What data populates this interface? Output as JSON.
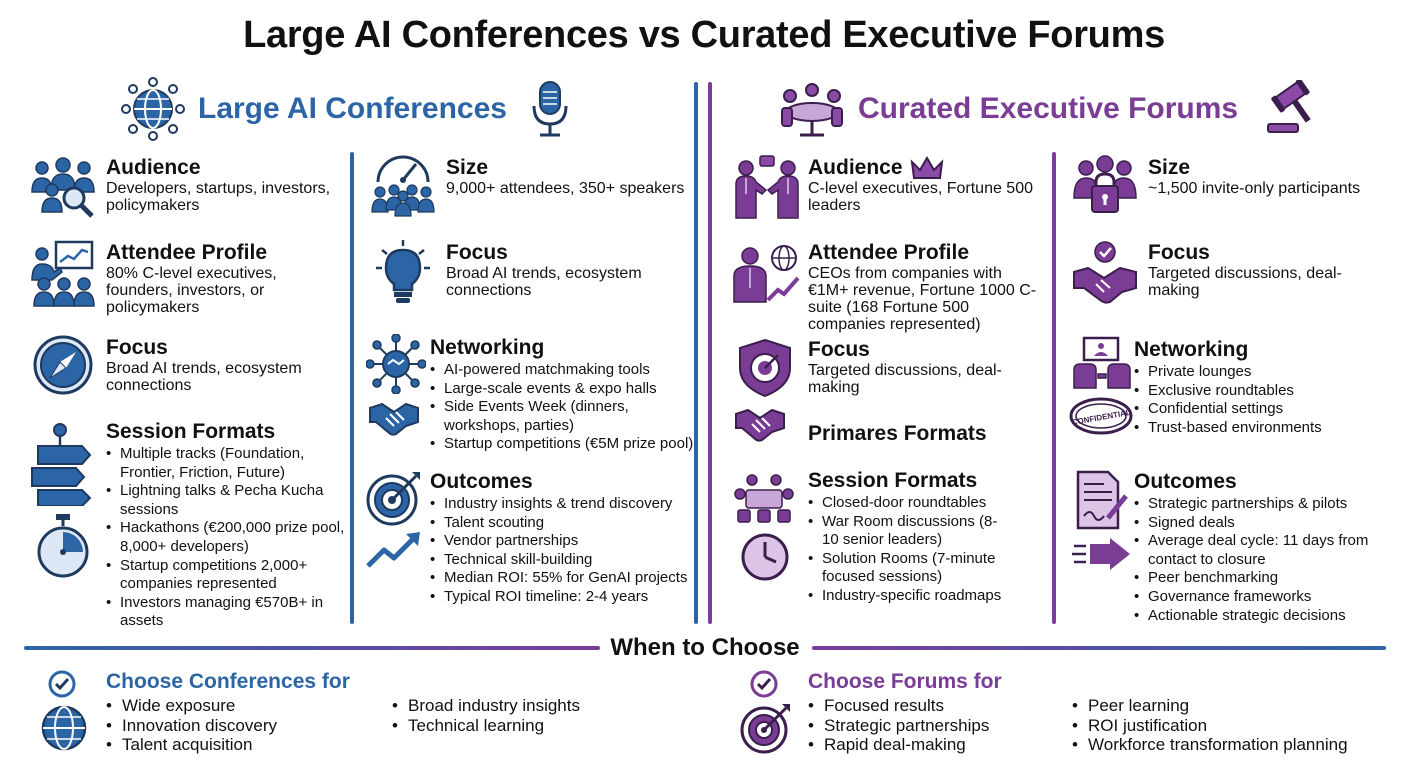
{
  "title": "Large AI Conferences vs Curated Executive Forums",
  "colors": {
    "blue": "#2c65a6",
    "purple": "#7a3c95",
    "dark": "#1f3a5f"
  },
  "left": {
    "title": "Large AI Conferences",
    "icons": [
      "globe-network-icon",
      "microphone-icon"
    ],
    "col1": [
      {
        "heading": "Audience",
        "text": "Developers, startups, investors, policymakers",
        "icon": "people-search-icon"
      },
      {
        "heading": "Attendee Profile",
        "text": "80% C-level executives, founders, investors, or policymakers",
        "icon": "presentation-people-icon"
      },
      {
        "heading": "Focus",
        "text": "Broad AI trends, ecosystem connections",
        "icon": "compass-icon"
      },
      {
        "heading": "Session Formats",
        "icon": "flowchart-icon",
        "icon2": "stopwatch-icon",
        "bullets": [
          "Multiple tracks (Foundation, Frontier, Friction, Future)",
          "Lightning talks & Pecha Kucha sessions",
          "Hackathons (€200,000 prize pool, 8,000+ developers)",
          "Startup competitions 2,000+ companies represented",
          "Investors managing €570B+ in assets"
        ]
      }
    ],
    "col2": [
      {
        "heading": "Size",
        "text": "9,000+ attendees, 350+ speakers",
        "icon": "gauge-crowd-icon"
      },
      {
        "heading": "Focus",
        "text": "Broad AI trends, ecosystem connections",
        "icon": "lightbulb-icon"
      },
      {
        "heading": "Networking",
        "icon": "network-handshake-icon",
        "icon2": "handshake-icon",
        "bullets": [
          "AI-powered matchmaking tools",
          "Large-scale events & expo halls",
          "Side Events Week (dinners, workshops, parties)",
          "Startup competitions (€5M prize pool)"
        ]
      },
      {
        "heading": "Outcomes",
        "icon": "target-icon",
        "icon2": "trend-arrow-icon",
        "bullets": [
          "Industry insights & trend discovery",
          "Talent scouting",
          "Vendor partnerships",
          "Technical skill-building",
          "Median ROI: 55% for GenAI projects",
          "Typical ROI timeline: 2-4 years"
        ]
      }
    ]
  },
  "right": {
    "title": "Curated Executive Forums",
    "icons": [
      "boardroom-table-icon",
      "gavel-icon"
    ],
    "col1": [
      {
        "heading": "Audience",
        "text": "C-level executives, Fortune 500 leaders",
        "icon": "executives-handshake-icon",
        "icon2": "crown-icon"
      },
      {
        "heading": "Attendee Profile",
        "text": "CEOs from companies with €1M+ revenue, Fortune 1000 C-suite (168 Fortune 500 companies represented)",
        "icon": "executive-globe-icon"
      },
      {
        "heading": "Focus",
        "text": "Targeted discussions, deal-making",
        "icon": "shield-target-icon"
      },
      {
        "heading": "Primares Formats",
        "icon": "handshake-icon"
      },
      {
        "heading": "Session Formats",
        "icon": "meeting-table-icon",
        "icon2": "clock-icon",
        "bullets": [
          "Closed-door roundtables",
          "War Room discussions (8-10 senior leaders)",
          "Solution Rooms (7-minute focused sessions)",
          "Industry-specific roadmaps"
        ]
      }
    ],
    "col2": [
      {
        "heading": "Size",
        "text": "~1,500 invite-only participants",
        "icon": "people-lock-icon"
      },
      {
        "heading": "Focus",
        "text": "Targeted discussions, deal-making",
        "icon": "check-handshake-icon"
      },
      {
        "heading": "Networking",
        "icon": "lounge-icon",
        "icon2": "confidential-stamp-icon",
        "stamp_text": "CONFIDENTIAL",
        "bullets": [
          "Private lounges",
          "Exclusive roundtables",
          "Confidential settings",
          "Trust-based environments"
        ]
      },
      {
        "heading": "Outcomes",
        "icon": "signed-document-icon",
        "icon2": "fast-arrow-icon",
        "bullets": [
          "Strategic partnerships & pilots",
          "Signed deals",
          "Average deal cycle: 11 days from contact to closure",
          "Peer benchmarking",
          "Governance frameworks",
          "Actionable strategic decisions"
        ]
      }
    ]
  },
  "bottom": {
    "title": "When to Choose",
    "conferences": {
      "heading": "Choose Conferences for",
      "icon": "check-circle-icon",
      "icon2": "globe-icon",
      "list1": [
        "Wide exposure",
        "Innovation discovery",
        "Talent acquisition"
      ],
      "list2": [
        "Broad industry insights",
        "Technical learning"
      ]
    },
    "forums": {
      "heading": "Choose Forums for",
      "icon": "check-circle-icon",
      "icon2": "target-icon",
      "list1": [
        "Focused results",
        "Strategic partnerships",
        "Rapid deal-making"
      ],
      "list2": [
        "Peer learning",
        "ROI justification",
        "Workforce transformation planning"
      ]
    }
  }
}
